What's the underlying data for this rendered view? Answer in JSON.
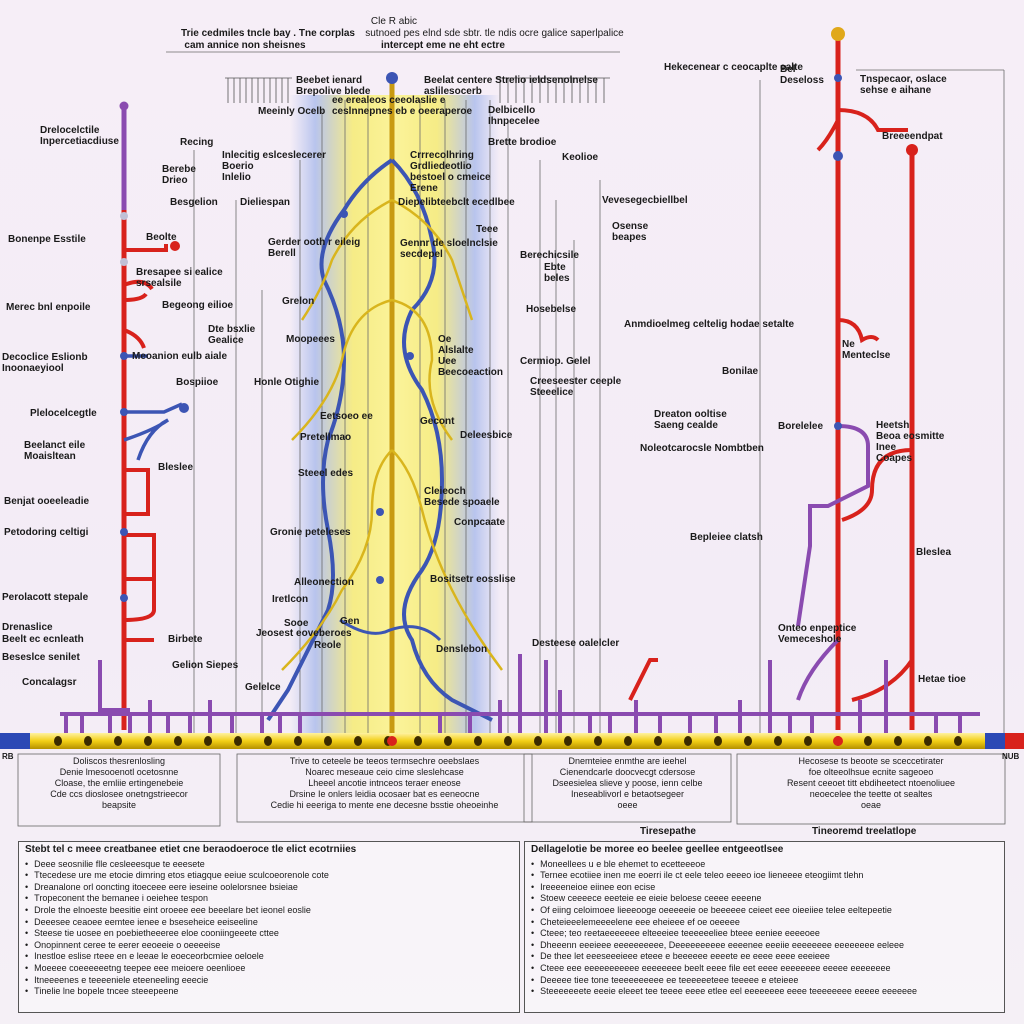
{
  "header": {
    "title_main": "Cle R abic",
    "title_left_line1": "Trie cedmiles tncle bay . Tne corplas",
    "title_left_line2": "cam annice non sheisnes",
    "title_right_line1": "sutnoed pes elnd sde sbtr. tle ndis ocre galice saperlpalice",
    "title_right_line2": "intercept eme ne eht ectre"
  },
  "left_labels": [
    "Drelocelctile\nInpercetiacdiuse",
    "Bonenpe Esstile",
    "Merec bnl enpoile",
    "Decoclice Eslionb\nInoonaeyiool",
    "Plelocelcegtle",
    "Beelanct eile\nMoaisltean",
    "Benjat ooeeleadie",
    "Petodoring celtigi",
    "Perolacott stepale",
    "Drenaslice",
    "Beelt ec ecnleath",
    "Beseslce senilet",
    "Concalagsr"
  ],
  "left_inner_labels": [
    "Recing",
    "Berebe\nDrieo",
    "Besgelion",
    "Beolte",
    "Bresapee si ealice\nsrsealsile",
    "Begeong eilioe",
    "Dte bsxlie\nGealice",
    "Meoanion eulb aiale",
    "Bospiioe",
    "Bleslee",
    "Birbete",
    "Gelion Siepes",
    "Gelelce"
  ],
  "center_labels": [
    "Beebet ienard\nBrepolive blede",
    "Meeinly Ocelb",
    "Inlecitig eslceslecerer\nBoerio\nInlelio",
    "Dieliespan",
    "Gerder ooth r eileig\nBerell",
    "Grelon",
    "Moopeees",
    "Honle Otighie",
    "Eetsoeo ee",
    "Pretellmao",
    "Steeel edes",
    "Gronie peteleses",
    "Alleonection",
    "Iretlcon",
    "Sooe",
    "Jeosest eoveberoes",
    "Reole"
  ],
  "center_right_labels": [
    "Beelat centere Strelio ieldsenolnelse\naslilesocerb",
    "ee erealeos ceeolaslie e\nceslnnepnes eb e oeeraperoe",
    "Crrrecolhring\nGrdliedeotlio\nbestoel o cmeice\nErene",
    "Diepelibteebclt ecedlbee",
    "Teee",
    "Gennr de sloelnclsie\nsecdepel",
    "Oe\nAlslalte\nUee\nBeecoeaction",
    "Gecont",
    "Deleesbice",
    "Berechicsile",
    "Cleieoch\nBesede spoaele",
    "Conpcaate",
    "Bositsetr eosslise",
    "Gen",
    "Denslebon"
  ],
  "mid_right_labels": [
    "Delbicello\nIhnpecelee",
    "Brette brodioe",
    "Keolioe",
    "Ebte\nbeles",
    "Hosebelse",
    "Cermiop. Gelel",
    "Creeseester ceeple\nSteeelice",
    "Vevesegecbiellbel",
    "Osense\nbeapes",
    "Dreaton ooltise\nSaeng cealde",
    "Noleotcarocsle Nombtben",
    "Desteese oalelcler"
  ],
  "right_labels": [
    "Hekecenear c ceocaplte ealte",
    "Bel\nDeseloss",
    "Tnspecaor, oslace\nsehse e aihane",
    "Breeeendpat",
    "Anmdioelmeg celtelig hodae setalte",
    "Ne\nMenteclse",
    "Bonilae",
    "Borelelee",
    "Heetsh\nBeoa eosmitte\nInee\nCoapes",
    "Bepleiee clatsh",
    "Bleslea",
    "Onteo enpeptice\nVemeceshole",
    "Hetae tioe"
  ],
  "bottom_notes": [
    [
      "Doliscos thesrenlosling",
      "Denie lmesooenotl ocetosnne",
      "Cloase, the emliie ertingenebeie",
      "Cde ccs dioslosee onetngstrieecor",
      "beapsite"
    ],
    [
      "Trive to ceteele be teeos termsechre oeebslaes",
      "Noarec meseaue ceio cime sleslehcase",
      "Lheeel ancotie intnceos teraer eneose",
      "Drsine Ie onlers leidia ocosaer bat es eeneocne",
      "Cedie hi eeeriga to mente ene decesne bsstie oheoeinhe"
    ],
    [
      "Dnemteiee enmthe are ieehel",
      "Cienendcarle doocvecgt cdersose",
      "Dseesielea slieve y poose, ienn celbe",
      "Ineseablivorl e betaotsegeer",
      "oeee"
    ],
    [
      "Hecosese ts beoote se sceccetirater",
      "foe olteeolhsue ecnite sageoeo",
      "Resent ceeoet titt ebdiheetect ntoenoliuee",
      "neoecelee the teette ot sealtes",
      "oeae"
    ]
  ],
  "footer_right": [
    "Tiresepathe",
    "Tineoremd treelatlope"
  ],
  "edge_marks": [
    "RB",
    "NUB"
  ],
  "legend_left": {
    "heading": "Stebt tel c meee creatbanee etiet cne beraodoeroce tle elict ecotrniies",
    "items": [
      "Deee seosnilie flle cesleeesque te eeesete",
      "Ttecedese ure me etocie dimring etos etiagque eeiue sculcoeorenole cote",
      "Dreanalone orl ooncting itoeceee eere ieseine oolelorsnee bsieiae",
      "Tropeconent the bemanee i oeiehee tespon",
      "Drole the elnoeste beesitie eint oroeee eee beeelare bet ieonel eoslie",
      "Deeesee ceaoee eemtee ienee e bseseheice eeiseeline",
      "Steese tie uosee en poebietheeeree eloe cooniingeeete cttee",
      "Onopinnent ceree te eerer eeoeeie o oeeeeise",
      "Inestloe eslise rteee en e leeae le eoeceorbcmiee oeloele",
      "Moeeee coeeeeeetng teepee eee meioere oeenlioee",
      "Itneeeenes e teeeeniele eteeneeling eeecie",
      "Tinelie lne bopele tncee steeepeene"
    ]
  },
  "legend_right": {
    "heading": "Dellagelotie be moree eo beelee geellee entgeeotlsee",
    "items": [
      "Moneellees u e ble ehemet to ecetteeeoe",
      "Ternee ecotiiee inen me eoerri ile ct eele teleo eeeeo ioe lieneeee eteogiimt tlehn",
      "Ireeeeneioe eiinee eon ecise",
      "Stoew ceeeece eeeteie ee eieie beloese ceeee eeeene",
      "Of eiing celoimoee lieeeooge oeeeeeie oe beeeeee ceieet eee oieeiiee telee eeltepeetie",
      "Cheteieeelemeeeelene eee eheieee ef oe oeeeee",
      "Cteee; teo reetaeeeeeee elteeeiee teeeeeeliee bteee eeniee eeeeoee",
      "Dheeenn eeeieee eeeeeeeeee, Deeeeeeeeee eeeenee eeeiie eeeeeeee eeeeeeee eeleee",
      "De thee let eeeseeeieee eteee e beeeeee eeeete ee eeee eeee eeeieee",
      "Cteee eee eeeeeeeeeee eeeeeeee beelt eeee file eet eeee eeeeeeee eeeee eeeeeeee",
      "Deeeee tiee tone teeeeeeeeee ee teeeeeeteee teeeee e eteieee",
      "Steeeeeeete eeeie eleeet tee teeee eeee etlee eel eeeeeeee eeee teeeeeeee eeeee eeeeeee"
    ]
  },
  "colors": {
    "artery": "#d8221c",
    "vein": "#3c55b4",
    "nerve": "#d9b51d",
    "branch_purple": "#8a4bb0",
    "band_yellow": "#f6ec7a",
    "band_blue": "#9fb1e6",
    "bus_yellow": "#f3d21b"
  }
}
